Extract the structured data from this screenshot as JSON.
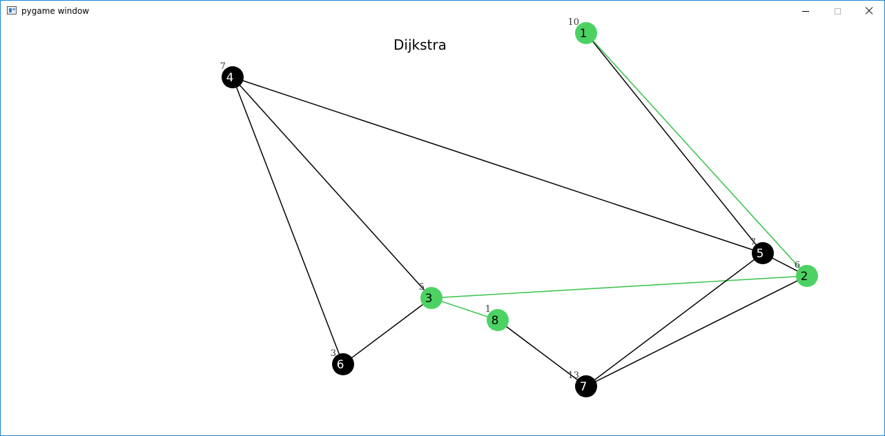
{
  "window": {
    "title": "pygame window",
    "controls": {
      "minimize": "minimize-icon",
      "maximize": "maximize-icon",
      "close": "close-icon"
    }
  },
  "canvas": {
    "title": "Dijkstra",
    "colors": {
      "visited": "#4cd263",
      "unvisited": "#000000",
      "edge": "#000000",
      "path_edge": "#3fc552",
      "label_on_visited": "#000000",
      "label_on_unvisited": "#ffffff"
    },
    "nodes": [
      {
        "id": "1",
        "weight": "10",
        "state": "visited"
      },
      {
        "id": "2",
        "weight": "6",
        "state": "visited"
      },
      {
        "id": "3",
        "weight": "5",
        "state": "visited"
      },
      {
        "id": "4",
        "weight": "7",
        "state": "unvisited"
      },
      {
        "id": "5",
        "weight": "7",
        "state": "unvisited"
      },
      {
        "id": "6",
        "weight": "3",
        "state": "unvisited"
      },
      {
        "id": "7",
        "weight": "13",
        "state": "unvisited"
      },
      {
        "id": "8",
        "weight": "1",
        "state": "visited"
      }
    ],
    "edges": [
      {
        "from": "1",
        "to": "5",
        "highlight": false
      },
      {
        "from": "1",
        "to": "2",
        "highlight": true
      },
      {
        "from": "4",
        "to": "5",
        "highlight": false
      },
      {
        "from": "4",
        "to": "3",
        "highlight": false
      },
      {
        "from": "4",
        "to": "6",
        "highlight": false
      },
      {
        "from": "3",
        "to": "6",
        "highlight": false
      },
      {
        "from": "3",
        "to": "2",
        "highlight": true
      },
      {
        "from": "3",
        "to": "8",
        "highlight": true
      },
      {
        "from": "8",
        "to": "7",
        "highlight": false
      },
      {
        "from": "5",
        "to": "2",
        "highlight": false
      },
      {
        "from": "5",
        "to": "7",
        "highlight": false
      },
      {
        "from": "2",
        "to": "7",
        "highlight": false
      }
    ]
  }
}
